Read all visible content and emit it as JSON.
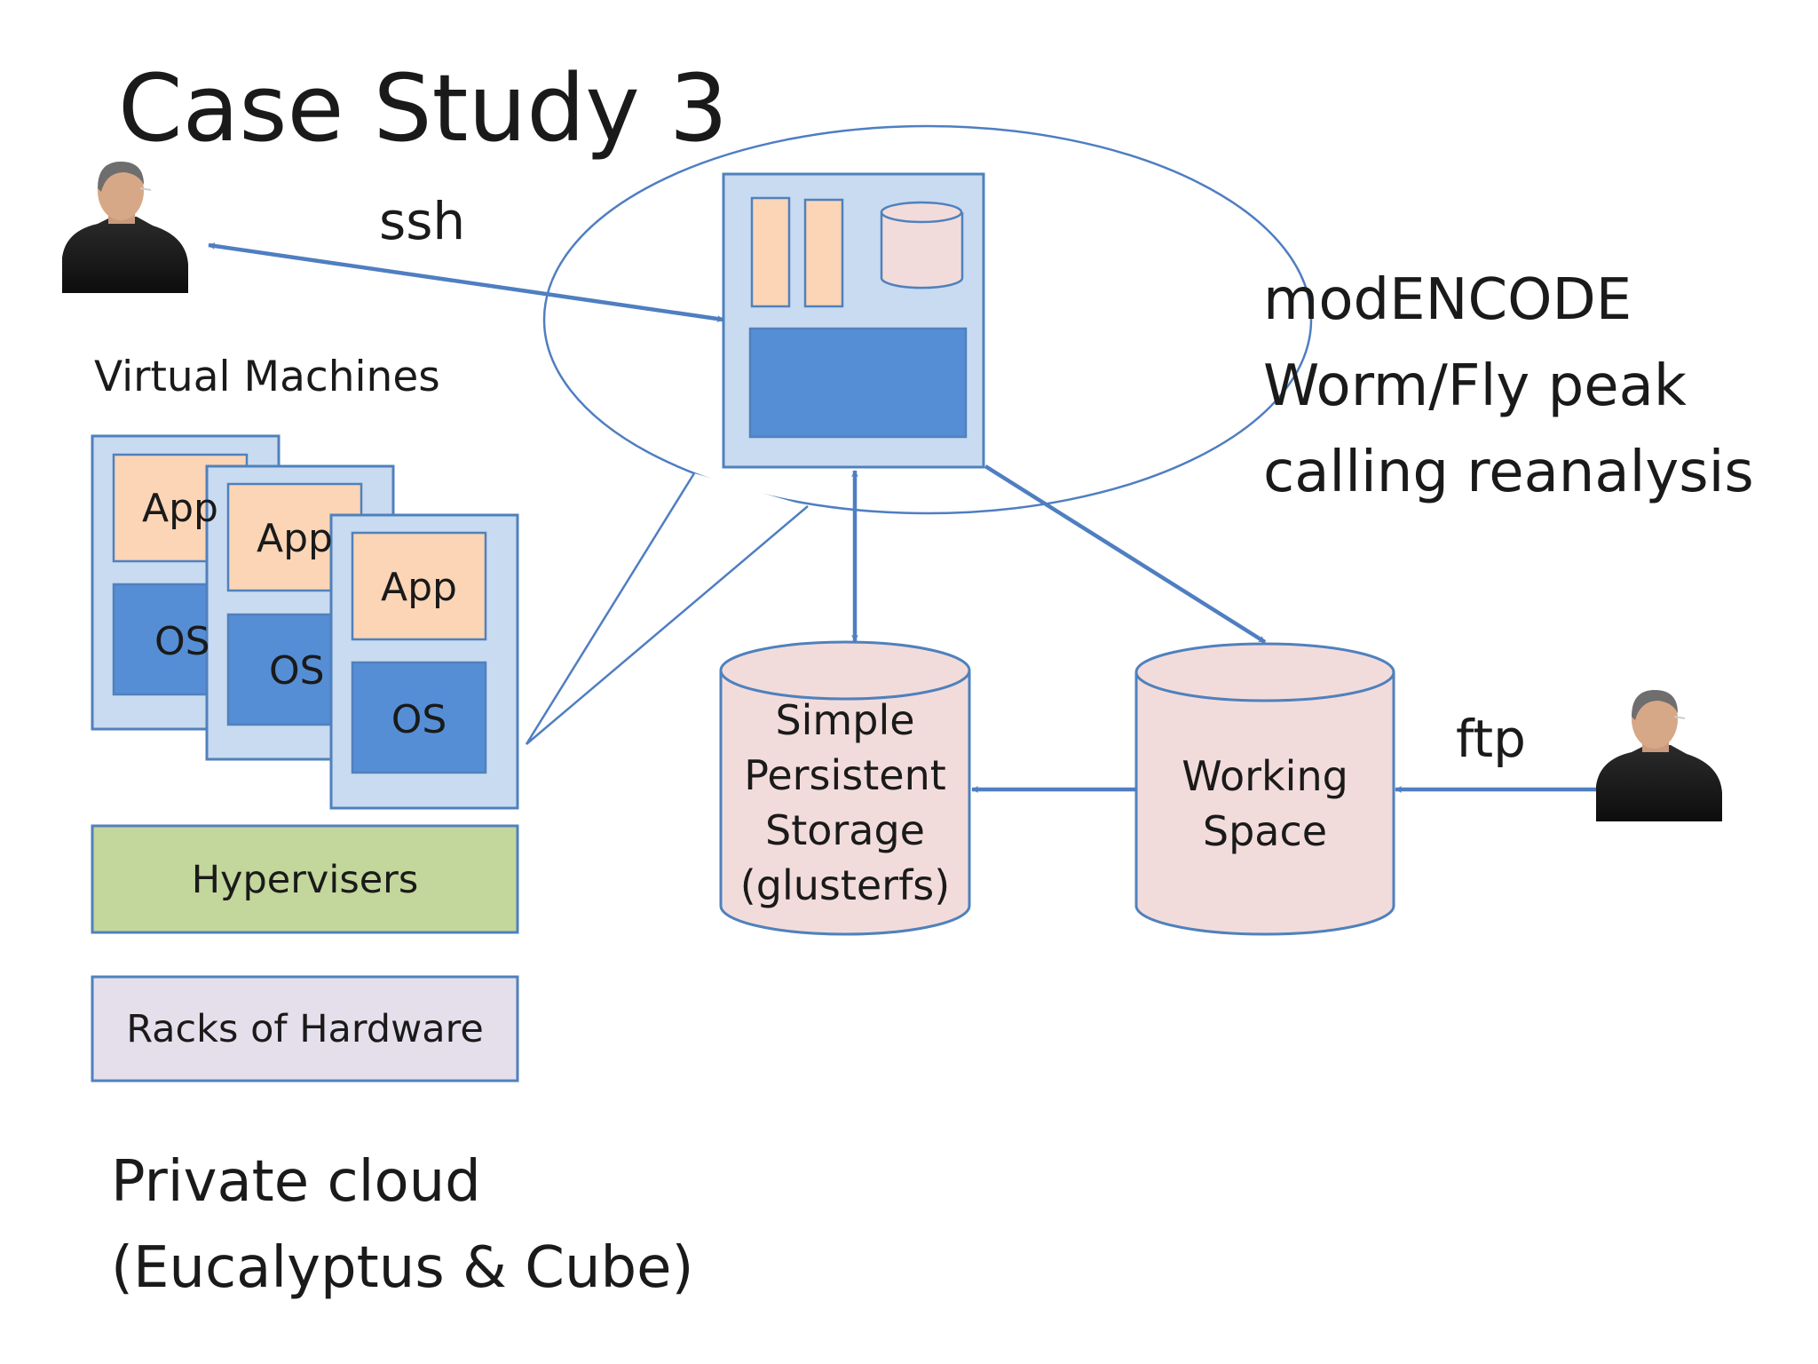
{
  "title": "Case Study 3",
  "ssh_label": "ssh",
  "ftp_label": "ftp",
  "project": {
    "lines": [
      "modENCODE",
      "Worm/Fly peak",
      "calling reanalysis"
    ]
  },
  "vm_section": {
    "label": "Virtual Machines",
    "stack": [
      {
        "app": "App",
        "os": "OS"
      },
      {
        "app": "App",
        "os": "OS"
      },
      {
        "app": "App",
        "os": "OS"
      }
    ]
  },
  "layers": {
    "hypervisers": "Hypervisers",
    "hardware": "Racks of Hardware"
  },
  "storage": {
    "persistent": [
      "Simple",
      "Persistent",
      "Storage",
      "(glusterfs)"
    ],
    "working": [
      "Working",
      "Space"
    ]
  },
  "footer": {
    "lines": [
      "Private cloud",
      "(Eucalyptus & Cube)"
    ]
  },
  "colors": {
    "arrow": "#4f7ec1",
    "vm_frame": "#c9dbf1",
    "vm_border": "#4f81bd",
    "app_fill": "#fbd5b5",
    "os_fill": "#558ed5",
    "hyperviser_fill": "#c3d69b",
    "hardware_fill": "#e5dfec",
    "storage_fill": "#f2dcdb",
    "storage_border": "#4f81bd"
  },
  "icons": [
    "person-icon",
    "person-icon"
  ]
}
